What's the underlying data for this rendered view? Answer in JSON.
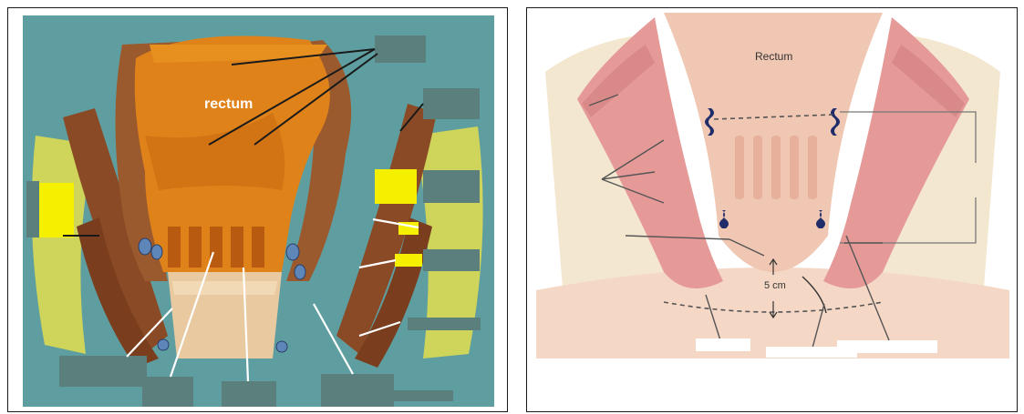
{
  "left_figure": {
    "labels": {
      "rectum": "rectum"
    },
    "colors": {
      "background": "#5f9ea0",
      "fat": "#cfd45a",
      "muscle": "#8a4a25",
      "mucosa": "#e0821a",
      "hidden_label_box": "#5a7f7d",
      "highlight": "#f4f000"
    }
  },
  "right_figure": {
    "labels": {
      "rectum": "Rectum",
      "measure": "5 cm"
    },
    "colors": {
      "fat": "#f3e7d0",
      "muscle": "#e59a97",
      "mucosa": "#f0c7b2",
      "vessels": "#1f2d6b"
    }
  }
}
